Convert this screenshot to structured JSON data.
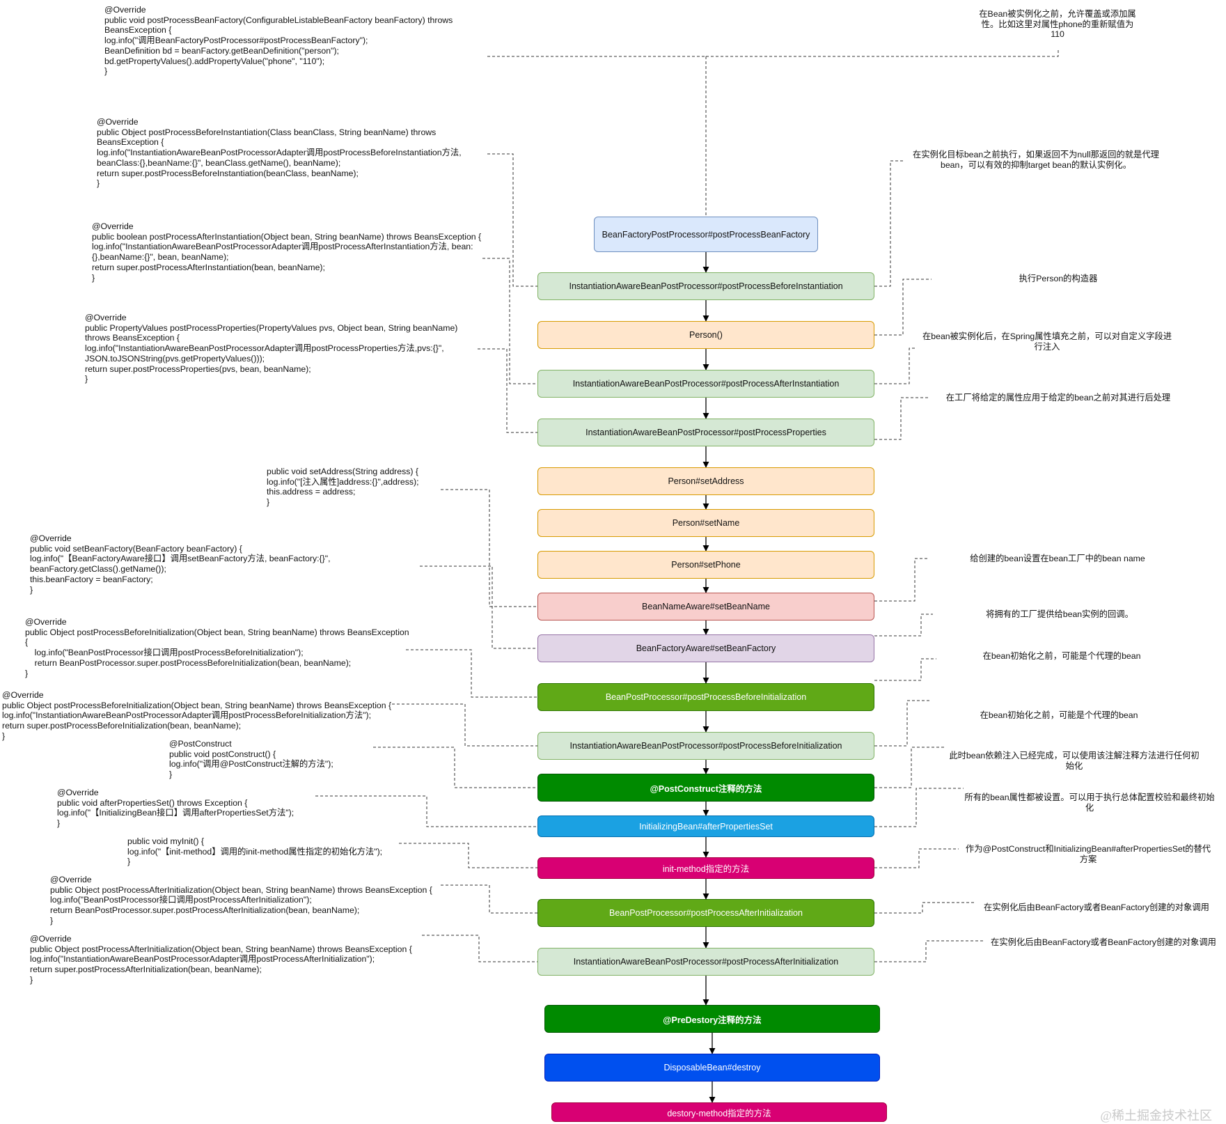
{
  "nodes": {
    "bfpp": {
      "label": "BeanFactoryPostProcessor#postProcessBeanFactory",
      "color": "#dae8fc"
    },
    "before_inst": {
      "label": "InstantiationAwareBeanPostProcessor#postProcessBeforeInstantiation",
      "color": "#d5e8d4"
    },
    "person": {
      "label": "Person()",
      "color": "#ffe6cc"
    },
    "after_inst": {
      "label": "InstantiationAwareBeanPostProcessor#postProcessAfterInstantiation",
      "color": "#d5e8d4"
    },
    "props": {
      "label": "InstantiationAwareBeanPostProcessor#postProcessProperties",
      "color": "#d5e8d4"
    },
    "set_address": {
      "label": "Person#setAddress",
      "color": "#ffe6cc"
    },
    "set_name": {
      "label": "Person#setName",
      "color": "#ffe6cc"
    },
    "set_phone": {
      "label": "Person#setPhone",
      "color": "#ffe6cc"
    },
    "bean_name": {
      "label": "BeanNameAware#setBeanName",
      "color": "#f8cecc"
    },
    "bean_factory": {
      "label": "BeanFactoryAware#setBeanFactory",
      "color": "#e1d5e7"
    },
    "bpp_before": {
      "label": "BeanPostProcessor#postProcessBeforeInitialization",
      "color": "#60a917"
    },
    "iabpp_before": {
      "label": "InstantiationAwareBeanPostProcessor#postProcessBeforeInitialization",
      "color": "#d5e8d4"
    },
    "post_construct": {
      "label": "@PostConstruct注释的方法",
      "color": "#008a00"
    },
    "after_props": {
      "label": "InitializingBean#afterPropertiesSet",
      "color": "#1ba1e2"
    },
    "init_method": {
      "label": "init-method指定的方法",
      "color": "#d80073"
    },
    "bpp_after": {
      "label": "BeanPostProcessor#postProcessAfterInitialization",
      "color": "#60a917"
    },
    "iabpp_after": {
      "label": "InstantiationAwareBeanPostProcessor#postProcessAfterInitialization",
      "color": "#d5e8d4"
    },
    "pre_destroy": {
      "label": "@PreDestory注释的方法",
      "color": "#008a00"
    },
    "disposable": {
      "label": "DisposableBean#destroy",
      "color": "#0050ef"
    },
    "destroy_method": {
      "label": "destory-method指定的方法",
      "color": "#d80073"
    }
  },
  "code": {
    "bfpp": "@Override\npublic void postProcessBeanFactory(ConfigurableListableBeanFactory beanFactory) throws\nBeansException {\nlog.info(\"调用BeanFactoryPostProcessor#postProcessBeanFactory\");\nBeanDefinition bd = beanFactory.getBeanDefinition(\"person\");\nbd.getPropertyValues().addPropertyValue(\"phone\", \"110\");\n}",
    "before_inst": "@Override\npublic Object postProcessBeforeInstantiation(Class beanClass, String beanName) throws\nBeansException {\nlog.info(\"InstantiationAwareBeanPostProcessorAdapter调用postProcessBeforeInstantiation方法,\nbeanClass:{},beanName:{}\", beanClass.getName(), beanName);\nreturn super.postProcessBeforeInstantiation(beanClass, beanName);\n}",
    "after_inst": "@Override\npublic boolean postProcessAfterInstantiation(Object bean, String beanName) throws BeansException {\nlog.info(\"InstantiationAwareBeanPostProcessorAdapter调用postProcessAfterInstantiation方法, bean:\n{},beanName:{}\", bean, beanName);\nreturn super.postProcessAfterInstantiation(bean, beanName);\n}",
    "props": "@Override\npublic PropertyValues postProcessProperties(PropertyValues pvs, Object bean, String beanName)\nthrows BeansException {\nlog.info(\"InstantiationAwareBeanPostProcessorAdapter调用postProcessProperties方法,pvs:{}\",\nJSON.toJSONString(pvs.getPropertyValues()));\nreturn super.postProcessProperties(pvs, bean, beanName);\n}",
    "set_address": "public void setAddress(String address) {\nlog.info(\"[注入属性]address:{}\",address);\nthis.address = address;\n}",
    "bean_factory": "@Override\npublic void setBeanFactory(BeanFactory beanFactory) {\nlog.info(\"【BeanFactoryAware接口】调用setBeanFactory方法, beanFactory:{}\",\nbeanFactory.getClass().getName());\nthis.beanFactory = beanFactory;\n}",
    "bpp_before": "@Override\npublic Object postProcessBeforeInitialization(Object bean, String beanName) throws BeansException\n{\n    log.info(\"BeanPostProcessor接口调用postProcessBeforeInitialization\");\n    return BeanPostProcessor.super.postProcessBeforeInitialization(bean, beanName);\n}",
    "iabpp_before": "@Override\npublic Object postProcessBeforeInitialization(Object bean, String beanName) throws BeansException {\nlog.info(\"InstantiationAwareBeanPostProcessorAdapter调用postProcessBeforeInitialization方法\");\nreturn super.postProcessBeforeInitialization(bean, beanName);\n}",
    "post_construct": "@PostConstruct\npublic void postConstruct() {\nlog.info(\"调用@PostConstruct注解的方法\");\n}",
    "after_props": "@Override\npublic void afterPropertiesSet() throws Exception {\nlog.info(\"【InitializingBean接口】调用afterPropertiesSet方法\");\n}",
    "init_method": "public void myInit() {\nlog.info(\"【init-method】调用的init-method属性指定的初始化方法\");\n}",
    "bpp_after": "@Override\npublic Object postProcessAfterInitialization(Object bean, String beanName) throws BeansException {\nlog.info(\"BeanPostProcessor接口调用postProcessAfterInitialization\");\nreturn BeanPostProcessor.super.postProcessAfterInitialization(bean, beanName);\n}",
    "iabpp_after": "@Override\npublic Object postProcessAfterInitialization(Object bean, String beanName) throws BeansException {\nlog.info(\"InstantiationAwareBeanPostProcessorAdapter调用postProcessAfterInitialization\");\nreturn super.postProcessAfterInitialization(bean, beanName);\n}"
  },
  "notes": {
    "bfpp": "在Bean被实例化之前，允许覆盖或添加属性。比如这里对属性phone的重新赋值为110",
    "before_inst": "在实例化目标bean之前执行，如果返回不为null那返回的就是代理bean，可以有效的抑制target bean的默认实例化。",
    "person": "执行Person的构造器",
    "after_inst": "在bean被实例化后，在Spring属性填充之前，可以对自定义字段进行注入",
    "props": "在工厂将给定的属性应用于给定的bean之前对其进行后处理",
    "bean_name": "给创建的bean设置在bean工厂中的bean name",
    "bean_factory": "将拥有的工厂提供给bean实例的回调。",
    "bpp_before": "在bean初始化之前，可能是个代理的bean",
    "iabpp_before": "在bean初始化之前，可能是个代理的bean",
    "post_construct": "此时bean依赖注入已经完成，可以使用该注解注释方法进行任何初始化",
    "after_props": "所有的bean属性都被设置。可以用于执行总体配置校验和最终初始化",
    "init_method": "作为@PostConstruct和InitializingBean#afterPropertiesSet的替代方案",
    "bpp_after": "在实例化后由BeanFactory或者BeanFactory创建的对象调用",
    "iabpp_after": "在实例化后由BeanFactory或者BeanFactory创建的对象调用"
  },
  "watermark": "@稀土掘金技术社区",
  "colors": {
    "edge": "#000000",
    "dashed": "#333333"
  }
}
